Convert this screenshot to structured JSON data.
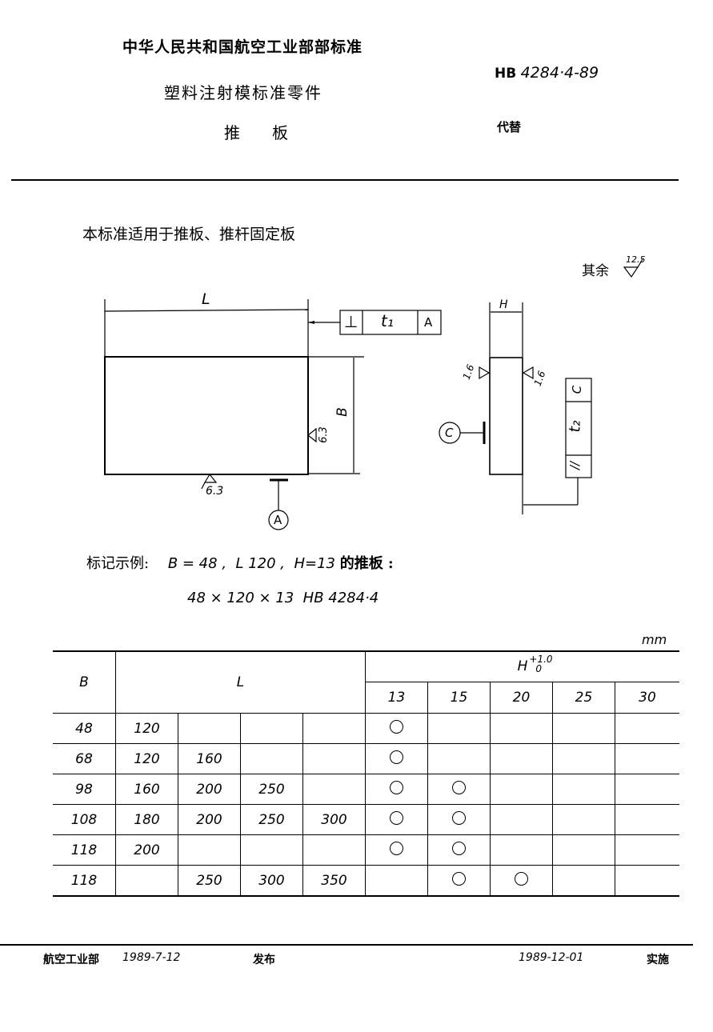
{
  "header": {
    "org_title": "中华人民共和国航空工业部部标准",
    "series_title": "塑料注射模标准零件",
    "part_title": "推　　板",
    "standard_code_prefix": "HB",
    "standard_code_number": "4284·4-89",
    "replaces_label": "代替"
  },
  "scope_text": "本标准适用于推板、推杆固定板",
  "surface_finish": {
    "other_label": "其余",
    "other_value": "12.5"
  },
  "drawing": {
    "front_view": {
      "dim_length": "L",
      "dim_width": "B",
      "bottom_finish": "6.3",
      "right_finish": "6.3",
      "datum": "A",
      "tolerance_frame": {
        "symbol": "⊥",
        "value": "t₁",
        "datum": "A"
      }
    },
    "side_view": {
      "dim_height": "H",
      "left_finish": "1.6",
      "right_finish": "1.6",
      "datum": "C",
      "tolerance_frame": {
        "symbol": "//",
        "value": "t₂",
        "datum": "C"
      }
    }
  },
  "marking_example": {
    "label": "标记示例:",
    "params": "B = 48 ,  L 120 ,  H=13",
    "suffix": "的推板 :",
    "code": "48 × 120 × 13  HB 4284·4"
  },
  "table": {
    "unit": "mm",
    "header_b": "B",
    "header_l": "L",
    "header_h": "H",
    "header_h_tol_upper": "+1.0",
    "header_h_tol_lower": "0",
    "h_values": [
      "13",
      "15",
      "20",
      "25",
      "30"
    ],
    "rows": [
      {
        "b": "48",
        "l": [
          "120",
          "",
          "",
          ""
        ],
        "h": [
          true,
          false,
          false,
          false,
          false
        ]
      },
      {
        "b": "68",
        "l": [
          "120",
          "160",
          "",
          ""
        ],
        "h": [
          true,
          false,
          false,
          false,
          false
        ]
      },
      {
        "b": "98",
        "l": [
          "160",
          "200",
          "250",
          ""
        ],
        "h": [
          true,
          true,
          false,
          false,
          false
        ]
      },
      {
        "b": "108",
        "l": [
          "180",
          "200",
          "250",
          "300"
        ],
        "h": [
          true,
          true,
          false,
          false,
          false
        ]
      },
      {
        "b": "118",
        "l": [
          "200",
          "",
          "",
          ""
        ],
        "h": [
          true,
          true,
          false,
          false,
          false
        ]
      },
      {
        "b": "118",
        "l": [
          "",
          "250",
          "300",
          "350"
        ],
        "h": [
          false,
          true,
          true,
          false,
          false
        ]
      }
    ]
  },
  "footer": {
    "issuer": "航空工业部",
    "issue_date": "1989-7-12",
    "issued_label": "发布",
    "effective_date": "1989-12-01",
    "effective_label": "实施"
  }
}
